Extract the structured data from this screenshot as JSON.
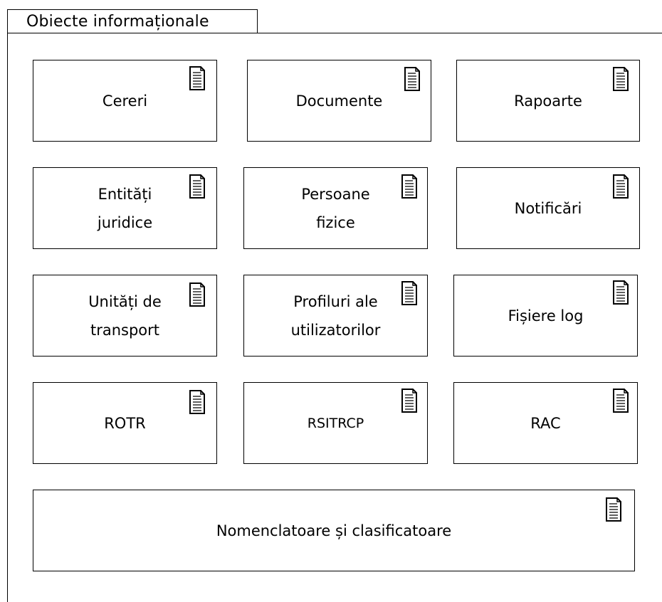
{
  "package": {
    "title": "Obiecte informaționale"
  },
  "objects": [
    {
      "id": "cereri",
      "label": "Cereri",
      "icon": "document-icon"
    },
    {
      "id": "documente",
      "label": "Documente",
      "icon": "document-icon"
    },
    {
      "id": "rapoarte",
      "label": "Rapoarte",
      "icon": "document-icon"
    },
    {
      "id": "entitati-juridice",
      "label": "Entități\njuridice",
      "icon": "document-icon"
    },
    {
      "id": "persoane-fizice",
      "label": "Persoane\nfizice",
      "icon": "document-icon"
    },
    {
      "id": "notificari",
      "label": "Notificări",
      "icon": "document-icon"
    },
    {
      "id": "unitati-transport",
      "label": "Unități de\ntransport",
      "icon": "document-icon"
    },
    {
      "id": "profiluri-utilizatori",
      "label": "Profiluri ale\nutilizatorilor",
      "icon": "document-icon"
    },
    {
      "id": "fisiere-log",
      "label": "Fișiere log",
      "icon": "document-icon"
    },
    {
      "id": "rotr",
      "label": "ROTR",
      "icon": "document-icon"
    },
    {
      "id": "rsitrcp",
      "label": "RSITRCP",
      "icon": "document-icon"
    },
    {
      "id": "rac",
      "label": "RAC",
      "icon": "document-icon"
    },
    {
      "id": "nomenclatoare",
      "label": "Nomenclatoare și clasificatoare",
      "icon": "document-icon"
    }
  ]
}
